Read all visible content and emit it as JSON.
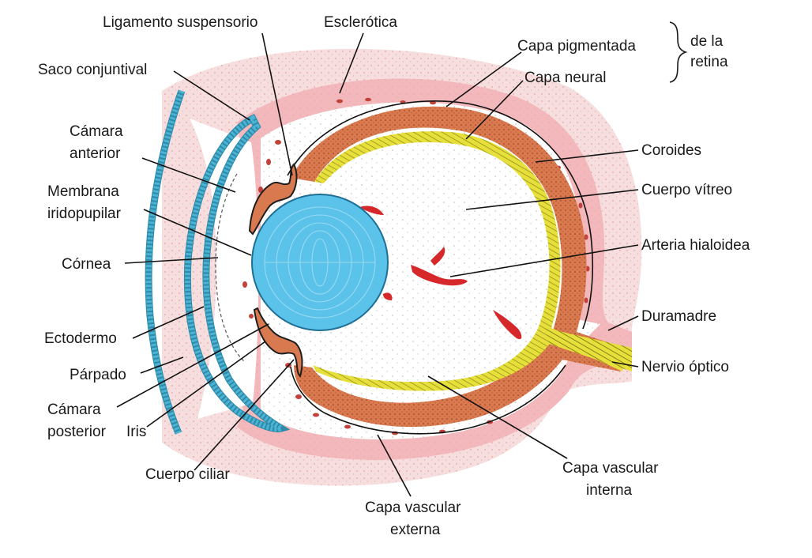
{
  "labels": {
    "ligamento": "Ligamento suspensorio",
    "esclerotica": "Esclerótica",
    "capa_pigmentada": "Capa pigmentada",
    "de_la": "de la",
    "retina": "retina",
    "capa_neural": "Capa neural",
    "saco_conjuntival": "Saco conjuntival",
    "camara_anterior_1": "Cámara",
    "camara_anterior_2": "anterior",
    "coroides": "Coroides",
    "membrana_1": "Membrana",
    "membrana_2": "iridopupilar",
    "cuerpo_vitreo": "Cuerpo vítreo",
    "cornea": "Córnea",
    "arteria": "Arteria hialoidea",
    "ectodermo": "Ectodermo",
    "duramadre": "Duramadre",
    "parpado": "Párpado",
    "nervio": "Nervio óptico",
    "camara_posterior_1": "Cámara",
    "camara_posterior_2": "posterior",
    "iris": "Iris",
    "cuerpo_ciliar": "Cuerpo ciliar",
    "vascular_interna_1": "Capa vascular",
    "vascular_interna_2": "interna",
    "vascular_externa_1": "Capa vascular",
    "vascular_externa_2": "externa"
  },
  "colors": {
    "outer_pink": "#f7dede",
    "sclera_pink": "#f2b8bb",
    "pigment_black": "#1e1e1e",
    "neural_orange": "#d9794f",
    "optic_yellow": "#e8e03a",
    "lens_blue": "#5bc3ea",
    "conjunctiva_blue": "#4bb3d3",
    "artery_red": "#d6282a",
    "vitreous_bg": "#ffffff"
  }
}
